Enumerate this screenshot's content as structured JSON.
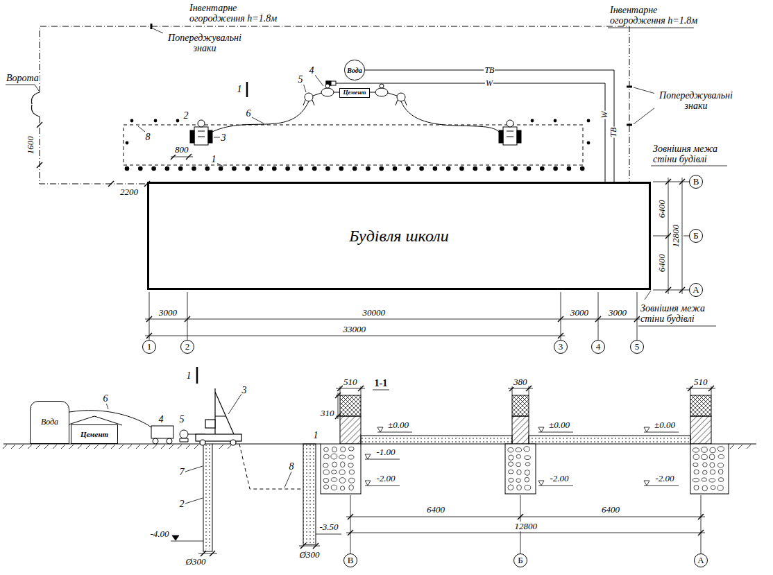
{
  "diagram": {
    "nodes": [
      {
        "text": [
          "Вода"
        ]
      },
      {
        "text": [
          "Цемент"
        ]
      },
      {
        "text": [
          "Будівля школи"
        ]
      },
      {
        "text": [
          "1"
        ]
      },
      {
        "text": [
          "2"
        ]
      },
      {
        "text": [
          "3"
        ]
      },
      {
        "text": [
          "4"
        ]
      },
      {
        "text": [
          "5"
        ]
      },
      {
        "text": [
          "В"
        ]
      },
      {
        "text": [
          "Б"
        ]
      },
      {
        "text": [
          "А"
        ]
      },
      {
        "text": [
          "Вода"
        ]
      },
      {
        "text": [
          "Цемент"
        ]
      },
      {
        "text": [
          "В"
        ]
      },
      {
        "text": [
          "Б"
        ]
      },
      {
        "text": [
          "А"
        ]
      }
    ],
    "edges": [
      {
        "from": 0,
        "to": 2,
        "arrow": "none",
        "label": "ТВ"
      }
    ],
    "labels": [
      "Інвентарне огородження h=1.8м",
      "Попереджувальні знаки",
      "Ворота",
      "1",
      "4",
      "5",
      "W",
      "2",
      "6",
      "W",
      "ТВ",
      "8",
      "3",
      "1600",
      "800",
      "1",
      "Інвентарне огородження h=1.8м",
      "Попереджувальні знаки",
      "Зовнішня межа стіни будівлі",
      "2200",
      "6400",
      "12800",
      "6400",
      "Зовнішня межа стіни будівлі",
      "3000",
      "30000",
      "3000",
      "3000",
      "33000",
      "1",
      "1-1",
      "510",
      "380",
      "510",
      "6",
      "3",
      "310",
      "4",
      "5",
      "±0.00",
      "±0.00",
      "±0.00",
      "1",
      "-1.00",
      "7",
      "8",
      "-2.00",
      "-2.00",
      "-2.00",
      "2",
      "6400",
      "6400",
      "12800",
      "-3.50",
      "-4.00",
      "Ø300",
      "Ø300"
    ]
  }
}
